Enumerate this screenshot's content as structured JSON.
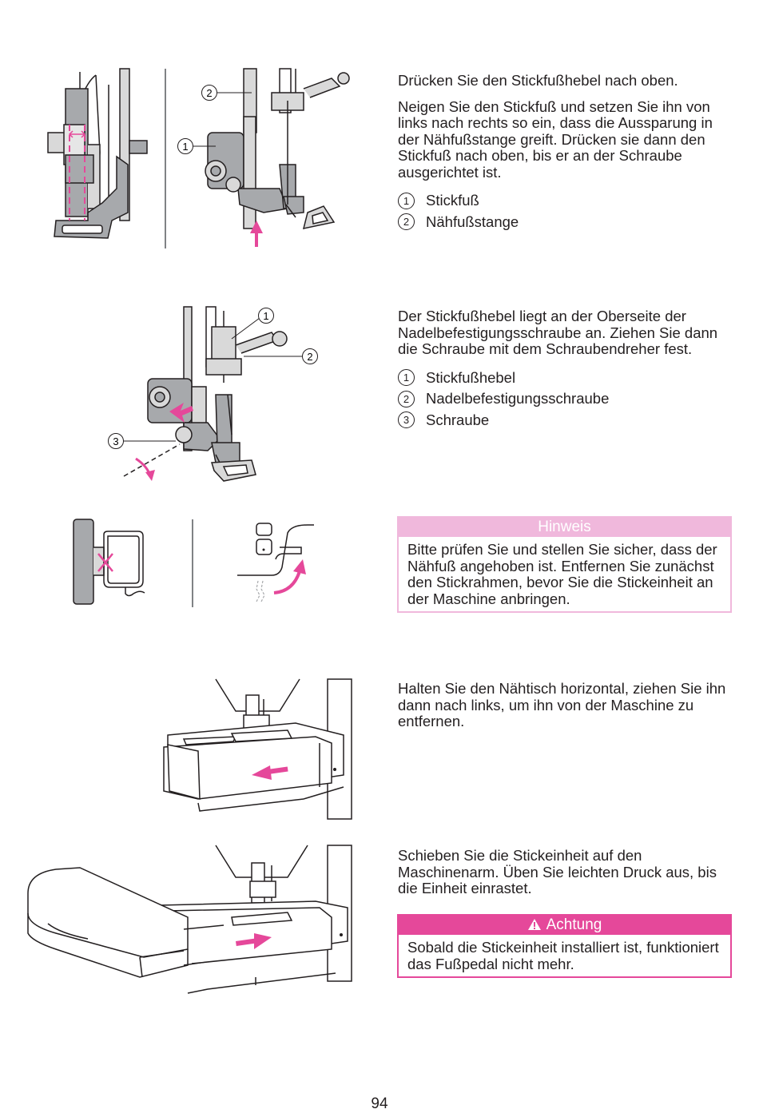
{
  "sections": [
    {
      "paragraphs": [
        "Drücken Sie den Stickfußhebel nach oben.",
        "Neigen Sie den Stickfuß und setzen Sie ihn von links nach rechts so ein, dass die Aussparung in der Nähfußstange greift. Drücken sie dann den Stickfuß nach oben, bis er an der Schraube ausgerichtet ist."
      ],
      "legend": [
        {
          "num": "1",
          "label": "Stickfuß"
        },
        {
          "num": "2",
          "label": "Nähfußstange"
        }
      ]
    },
    {
      "paragraphs": [
        "Der Stickfußhebel liegt an der Oberseite der Nadelbefestigungsschraube an. Ziehen Sie dann die Schraube mit dem Schraubendreher fest."
      ],
      "legend": [
        {
          "num": "1",
          "label": "Stickfußhebel"
        },
        {
          "num": "2",
          "label": "Nadelbefestigungsschraube"
        },
        {
          "num": "3",
          "label": "Schraube"
        }
      ]
    },
    {
      "paragraphs": [
        "Halten Sie den Nähtisch horizontal, ziehen Sie ihn dann nach links, um ihn von der Maschine zu entfernen."
      ]
    },
    {
      "paragraphs": [
        "Schieben Sie die Stickeinheit auf den Maschinenarm. Üben Sie leichten Druck aus, bis die Einheit einrastet."
      ]
    }
  ],
  "note": {
    "title": "Hinweis",
    "text": "Bitte prüfen Sie und stellen Sie sicher, dass der Nähfuß angehoben ist. Entfernen Sie zunächst den Stickrahmen, bevor Sie die Stickeinheit an der Maschine anbringen."
  },
  "caution": {
    "icon": "warning-triangle-icon",
    "title": "Achtung",
    "text": "Sobald die Stickeinheit installiert ist, funktioniert das Fußpedal nicht mehr."
  },
  "figure_callouts": {
    "fig1": [
      "2",
      "1"
    ],
    "fig2": [
      "1",
      "2",
      "3"
    ]
  },
  "colors": {
    "accent": "#e5489a",
    "note": "#f0b8dc",
    "illustration_gray": "#a7a9ac"
  },
  "page_number": "94"
}
